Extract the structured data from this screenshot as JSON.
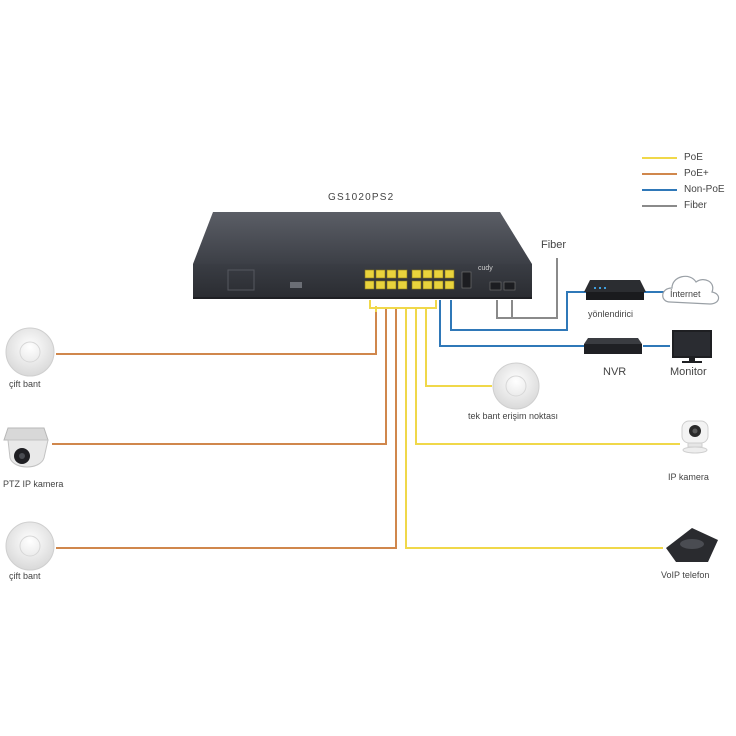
{
  "diagram": {
    "switch_model": "GS1020PS2",
    "brand": "cudy",
    "legend": [
      {
        "label": "PoE",
        "color": "#f0d84a"
      },
      {
        "label": "PoE+",
        "color": "#d0874c"
      },
      {
        "label": "Non-PoE",
        "color": "#2f78b8"
      },
      {
        "label": "Fiber",
        "color": "#8a8a8a"
      }
    ],
    "fiber_label": "Fiber",
    "router_label": "yönlendirici",
    "internet_label": "İnternet",
    "nvr_label": "NVR",
    "monitor_label": "Monitor",
    "ap_single_label": "tek bant erişim noktası",
    "ip_camera_label": "IP kamera",
    "voip_label": "VoIP telefon",
    "dual_band_top_label": "çift bant",
    "ptz_label": "PTZ IP kamera",
    "dual_band_bottom_label": "çift bant",
    "colors": {
      "poe": "#f0d84a",
      "poe_plus": "#d0874c",
      "non_poe": "#2f78b8",
      "fiber": "#8a8a8a"
    }
  }
}
